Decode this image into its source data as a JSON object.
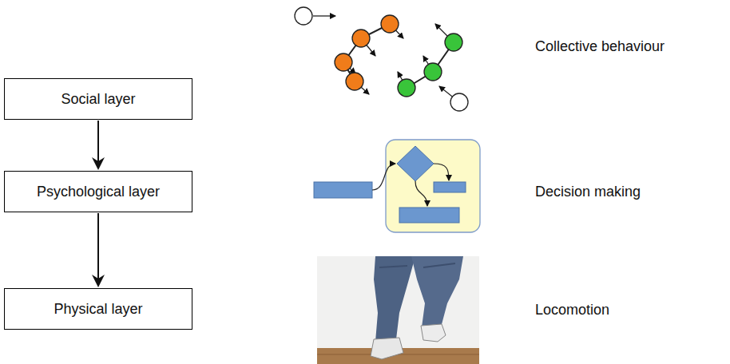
{
  "diagram": {
    "nodes": [
      {
        "text": [
          "Social layer"
        ]
      },
      {
        "text": [
          "Psychological layer"
        ]
      },
      {
        "text": [
          "Physical layer"
        ]
      }
    ],
    "edges": [
      {
        "from": 0,
        "to": 1,
        "arrow": "to"
      },
      {
        "from": 1,
        "to": 2,
        "arrow": "to"
      }
    ],
    "labels": [
      "Collective behaviour",
      "Decision making",
      "Locomotion"
    ]
  }
}
